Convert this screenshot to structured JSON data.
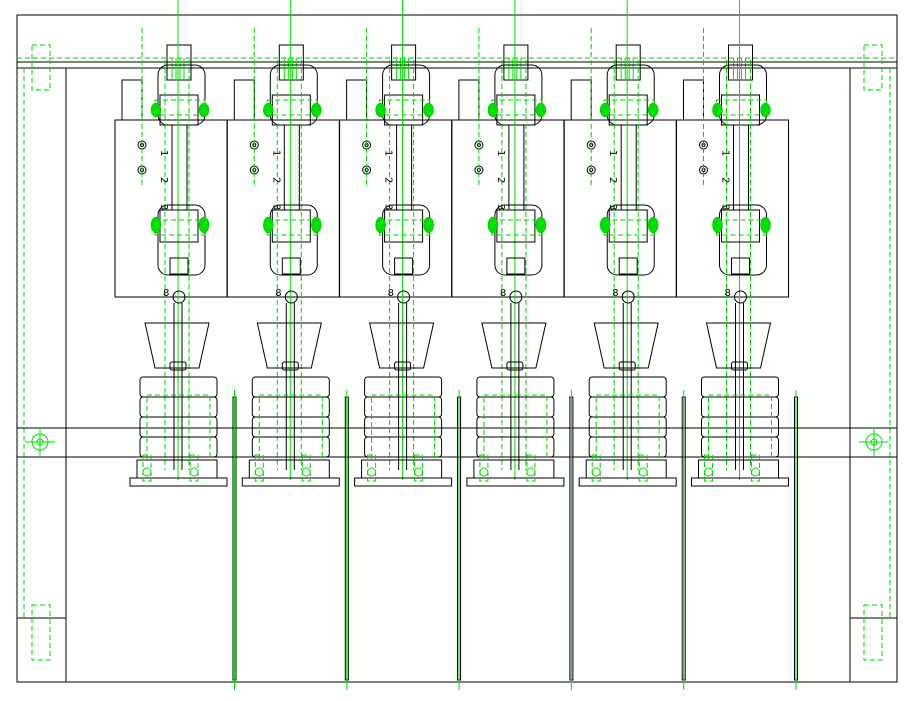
{
  "drawing": {
    "unit_count": 6,
    "rod_scale_labels": [
      "1",
      "2",
      "3"
    ],
    "hook_label": "8",
    "colors": {
      "outline": "#000000",
      "hidden": "#00d000",
      "thread": "#00e000",
      "background": "#ffffff"
    }
  }
}
